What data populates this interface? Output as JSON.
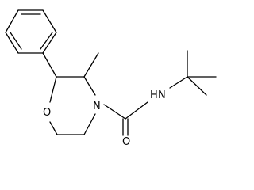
{
  "molecule": {
    "atoms": {
      "oxygen": "O",
      "ring_nitrogen": "N",
      "amide_nitrogen_hydrogen": "H",
      "amide_nitrogen": "N",
      "carbonyl_oxygen": "O"
    }
  }
}
